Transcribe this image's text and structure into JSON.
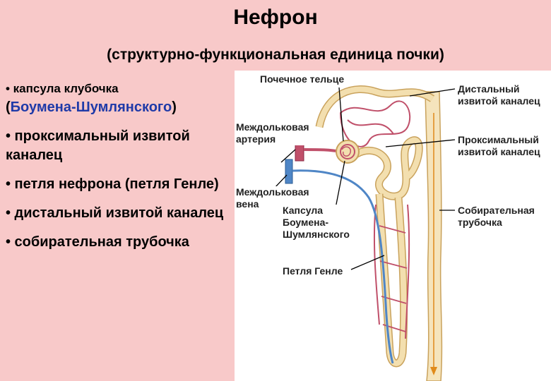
{
  "header": {
    "title": "Нефрон",
    "subtitle": "(структурно-функциональная единица почки)"
  },
  "bullets": {
    "b1_prefix": "• капсула клубочка",
    "b1_paren_open": "(",
    "b1_name": "Боумена-Шумлянского",
    "b1_paren_close": ")",
    "b2": "• проксимальный извитой каналец",
    "b3": "• петля нефрона (петля Генле)",
    "b4": "• дистальный извитой каналец",
    "b5": "• собирательная трубочка"
  },
  "labels": {
    "renal_corpuscle": "Почечное тельце",
    "interlobular_artery": [
      "Междольковая",
      "артерия"
    ],
    "interlobular_vein": [
      "Междольковая",
      "вена"
    ],
    "bowman_capsule": [
      "Капсула",
      "Боумена-",
      "Шумлянского"
    ],
    "loop_of_henle": "Петля Генле",
    "distal_tubule": [
      "Дистальный",
      "извитой каналец"
    ],
    "proximal_tubule": [
      "Проксимальный",
      "извитой каналец"
    ],
    "collecting_duct": [
      "Собирательная",
      "трубочка"
    ]
  },
  "colors": {
    "background": "#f8c9c9",
    "accent_text": "#1f3aa8",
    "tubule": "#f3dfaf",
    "tubule_outline": "#c9a25c",
    "artery": "#c0506a",
    "vein": "#4f86c6",
    "duct": "#f5e4bc",
    "arrow": "#e08a1a"
  }
}
